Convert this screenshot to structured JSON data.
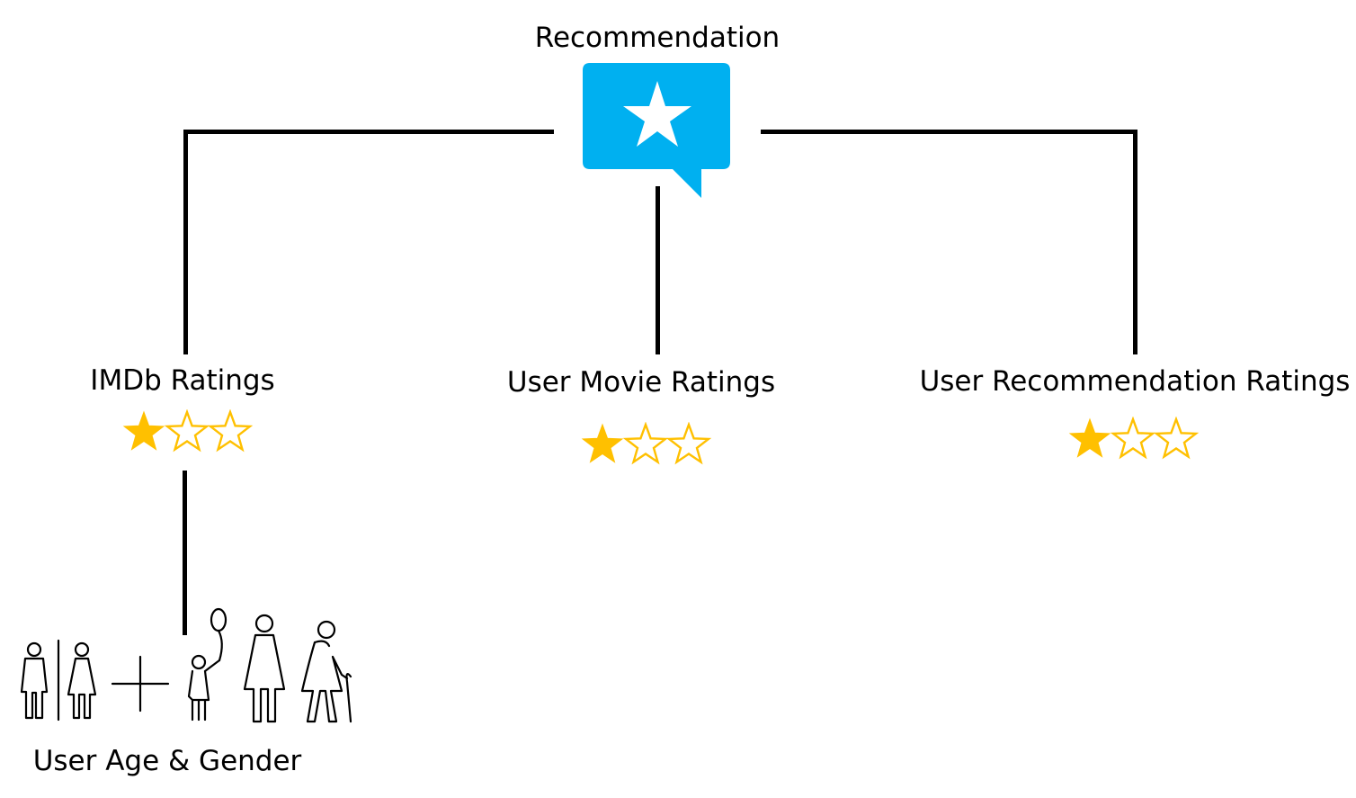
{
  "root": {
    "label": "Recommendation",
    "icon": "speech-bubble-star-icon",
    "icon_color": "#00B0F0"
  },
  "branches": [
    {
      "label": "IMDb Ratings",
      "rating": 1,
      "max_rating": 3
    },
    {
      "label": "User Movie Ratings",
      "rating": 1,
      "max_rating": 3
    },
    {
      "label": "User Recommendation Ratings",
      "rating": 1,
      "max_rating": 3
    }
  ],
  "sub_node": {
    "label": "User Age & Gender",
    "icons": [
      "male-person-icon",
      "female-person-icon",
      "plus-icon",
      "child-with-balloon-icon",
      "woman-icon",
      "elderly-woman-with-cane-icon"
    ]
  },
  "colors": {
    "star": "#FFC000",
    "lines": "#000000"
  }
}
